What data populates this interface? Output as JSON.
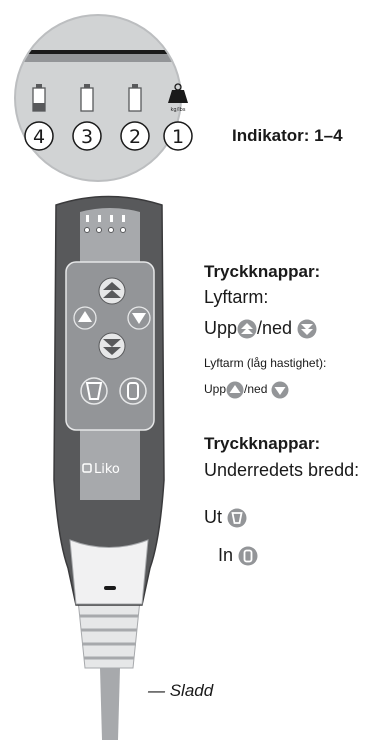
{
  "indicator": {
    "label": "Indikator: 1–4",
    "numbers": [
      "4",
      "3",
      "2",
      "1"
    ],
    "unit_label": "kg/lbs"
  },
  "section1": {
    "title": "Tryckknappar:",
    "subtitle": "Lyftarm:",
    "up_word": "Upp",
    "down_word": "/ned",
    "slow_label": "Lyftarm (låg hastighet):",
    "slow_up_word": "Upp",
    "slow_down_word": "/ned"
  },
  "section2": {
    "title": "Tryckknappar:",
    "subtitle": "Underredets bredd:",
    "out_word": "Ut",
    "in_word": "In"
  },
  "brand": "Liko",
  "cable_label": "— Sladd",
  "colors": {
    "body_dark": "#58595b",
    "panel_gray": "#a7a9ac",
    "button_light": "#e6e7e8",
    "circle_bg": "#d1d3d4"
  }
}
